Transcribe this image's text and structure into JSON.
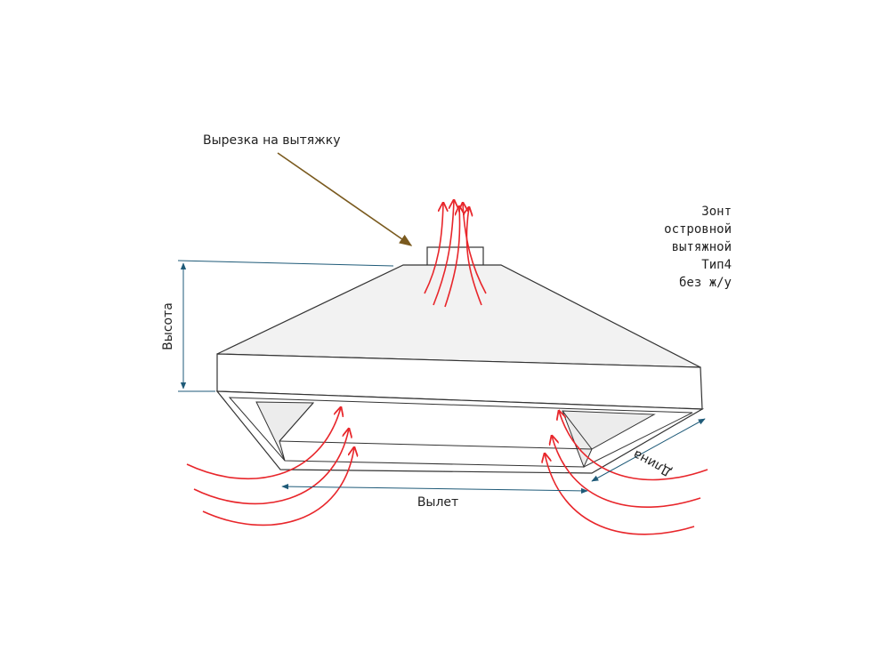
{
  "labels": {
    "cutout": "Вырезка на вытяжку",
    "height": "Высота",
    "overhang": "Вылет",
    "length": "Длина"
  },
  "side_note": {
    "line1": "Зонт",
    "line2": "островной",
    "line3": "вытяжной",
    "line4": "Тип4",
    "line5": "без ж/у"
  },
  "colors": {
    "outline": "#333333",
    "hood_fill": "#f2f2f2",
    "airflow": "#e8262b",
    "dimension": "#1e5a78",
    "pointer": "#7a5a1e"
  }
}
